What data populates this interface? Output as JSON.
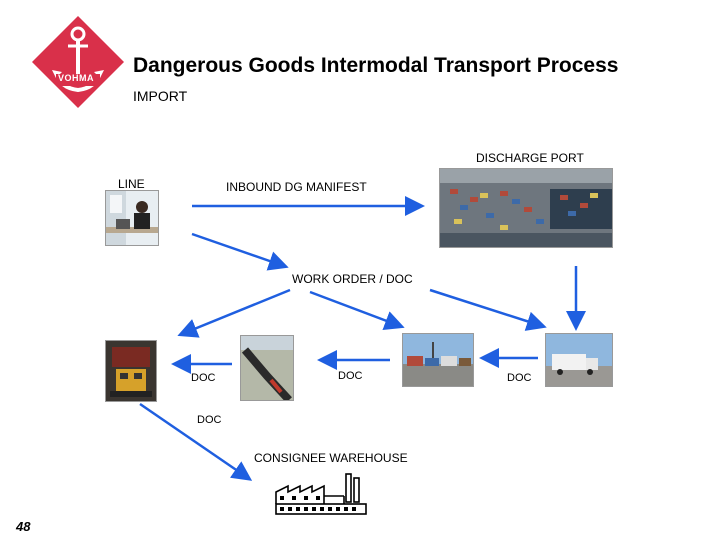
{
  "logo": {
    "text": "VOHMA"
  },
  "header": {
    "title": "Dangerous Goods Intermodal Transport Process",
    "subtitle": "IMPORT"
  },
  "nodes": {
    "line": "LINE",
    "discharge_port": "DISCHARGE PORT",
    "consignee_warehouse": "CONSIGNEE WAREHOUSE"
  },
  "flows": {
    "inbound_manifest": "INBOUND DG MANIFEST",
    "work_order": "WORK ORDER / DOC",
    "doc_rail": "DOC",
    "doc_terminal": "DOC",
    "doc_truck": "DOC",
    "doc_warehouse": "DOC"
  },
  "colors": {
    "arrow": "#1f5fe0",
    "logo": "#d9304a"
  },
  "footer": {
    "page_number": "48"
  }
}
